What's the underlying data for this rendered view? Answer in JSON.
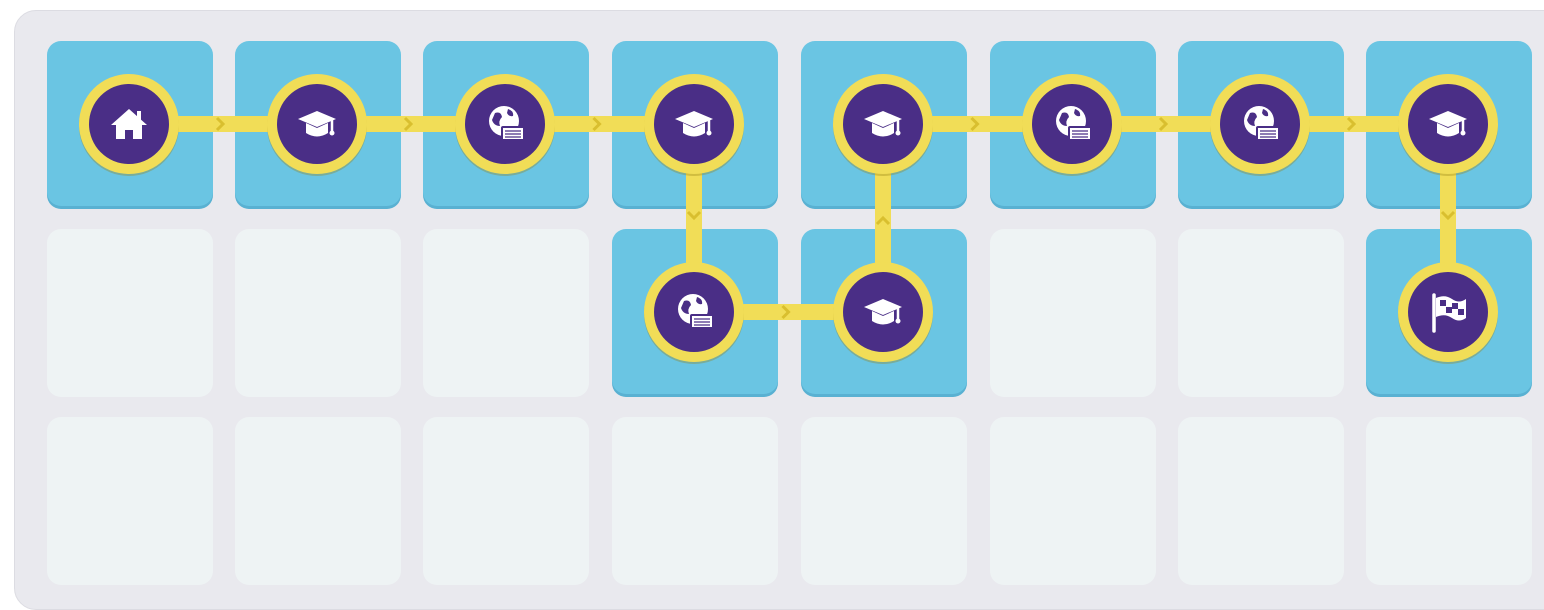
{
  "board": {
    "columns": 8,
    "rows": 3,
    "colors": {
      "panel": "#e9e9ee",
      "cell_empty": "#eef3f4",
      "cell_active": "#6ac5e3",
      "path": "#f1dd57",
      "node_fill": "#4a2e86",
      "icon": "#ffffff"
    },
    "nodes": [
      {
        "col": 1,
        "row": 1,
        "icon": "home-icon",
        "role": "start"
      },
      {
        "col": 2,
        "row": 1,
        "icon": "graduation-cap-icon"
      },
      {
        "col": 3,
        "row": 1,
        "icon": "globe-icon"
      },
      {
        "col": 4,
        "row": 1,
        "icon": "graduation-cap-icon"
      },
      {
        "col": 4,
        "row": 2,
        "icon": "globe-icon"
      },
      {
        "col": 5,
        "row": 2,
        "icon": "graduation-cap-icon"
      },
      {
        "col": 5,
        "row": 1,
        "icon": "graduation-cap-icon"
      },
      {
        "col": 6,
        "row": 1,
        "icon": "globe-icon"
      },
      {
        "col": 7,
        "row": 1,
        "icon": "globe-icon"
      },
      {
        "col": 8,
        "row": 1,
        "icon": "graduation-cap-icon"
      },
      {
        "col": 8,
        "row": 2,
        "icon": "checkered-flag-icon",
        "role": "finish"
      }
    ]
  }
}
